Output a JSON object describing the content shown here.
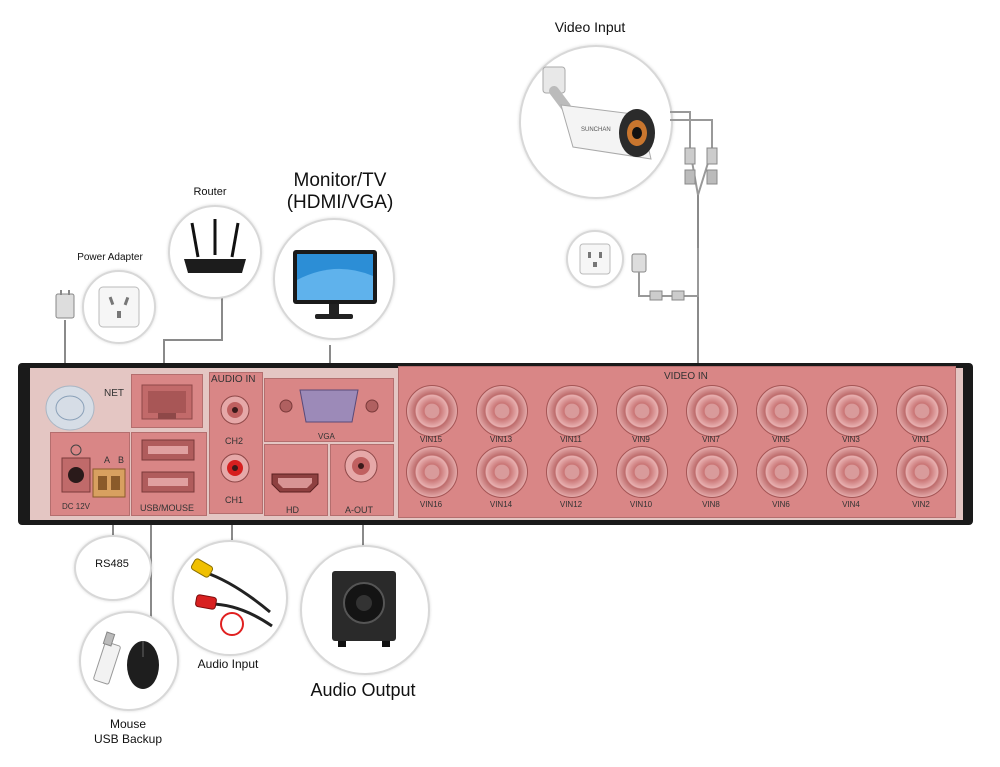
{
  "labels": {
    "video_input": "Video Input",
    "router": "Router",
    "monitor": "Monitor/TV",
    "monitor_sub": "(HDMI/VGA)",
    "power_adapter": "Power Adapter",
    "rs485": "RS485",
    "mouse": "Mouse",
    "usb_backup": "USB Backup",
    "audio_input": "Audio Input",
    "audio_output": "Audio Output"
  },
  "panel": {
    "net": "NET",
    "dc": "DC 12V",
    "a": "A",
    "b": "B",
    "usb_mouse": "USB/MOUSE",
    "audio_in": "AUDIO IN",
    "ch2": "CH2",
    "ch1": "CH1",
    "vga": "VGA",
    "hd": "HD",
    "a_out": "A-OUT",
    "video_in": "VIDEO IN",
    "camera_brand": "SUNCHAN",
    "top_row": [
      "VIN15",
      "VIN13",
      "VIN11",
      "VIN9",
      "VIN7",
      "VIN5",
      "VIN3",
      "VIN1"
    ],
    "bottom_row": [
      "VIN16",
      "VIN14",
      "VIN12",
      "VIN10",
      "VIN8",
      "VIN6",
      "VIN4",
      "VIN2"
    ]
  },
  "colors": {
    "port_highlight": "#d98686",
    "panel_body": "#1a1a1a",
    "panel_face": "#e4c6c3"
  }
}
